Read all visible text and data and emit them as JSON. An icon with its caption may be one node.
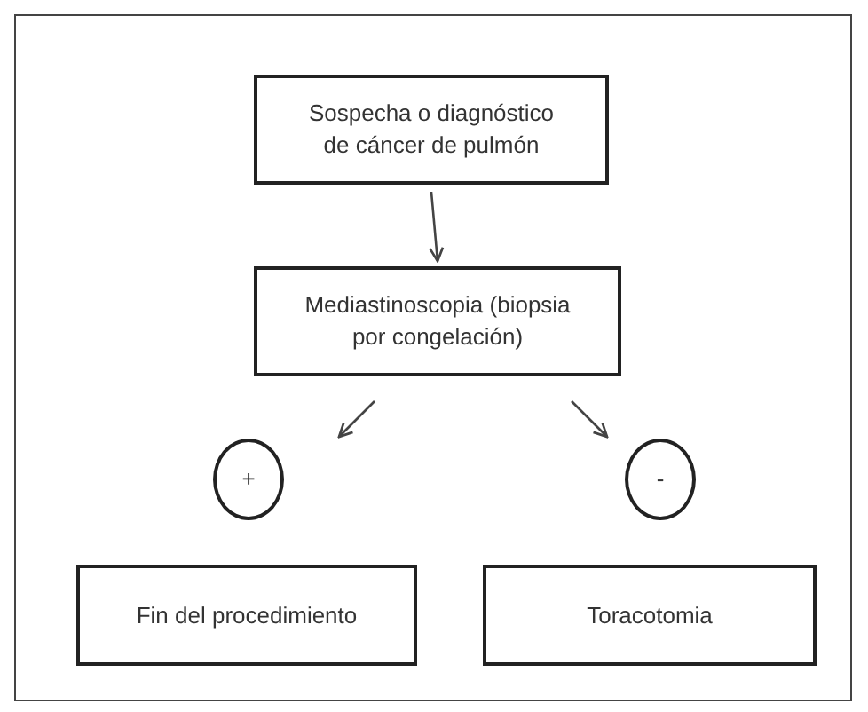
{
  "diagram": {
    "nodes": [
      {
        "text": [
          "Sospecha o diagnóstico de cáncer de pulmón"
        ]
      },
      {
        "text": [
          "Mediastinoscopia (biopsia por congelación)"
        ]
      },
      {
        "text": [
          "+"
        ]
      },
      {
        "text": [
          "-"
        ]
      },
      {
        "text": [
          "Fin del procedimiento"
        ]
      },
      {
        "text": [
          "Toracotomia"
        ]
      }
    ],
    "edges": [
      {
        "from": 0,
        "to": 1,
        "arrow": "to"
      },
      {
        "from": 1,
        "to": 2,
        "arrow": "to"
      },
      {
        "from": 1,
        "to": 3,
        "arrow": "to"
      }
    ]
  }
}
